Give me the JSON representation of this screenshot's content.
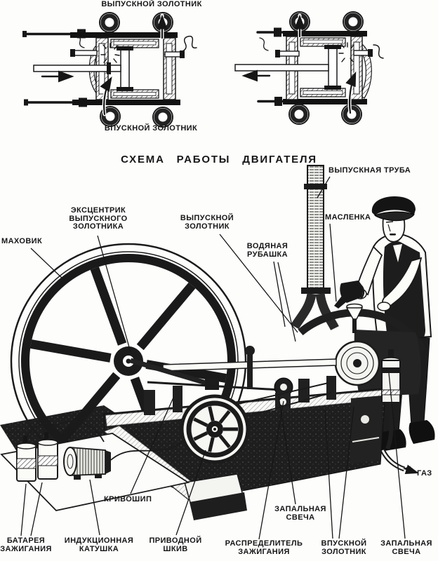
{
  "figure": {
    "title": "СХЕМА РАБОТЫ ДВИГАТЕЛЯ",
    "ink_color": "#1b1b1b",
    "paper_color": "#ffffff"
  },
  "valve_diagrams": {
    "top_label": "ВЫПУСКНОЙ ЗОЛОТНИК",
    "bottom_label": "ВПУСКНОЙ ЗОЛОТНИК"
  },
  "part_labels": {
    "exhaust_pipe": "ВЫПУСКНАЯ ТРУБА",
    "oiler": "МАСЛЕНКА",
    "flywheel": "МАХОВИК",
    "eccentric_line1": "ЭКСЦЕНТРИК",
    "eccentric_line2": "ВЫПУСКНОГО",
    "eccentric_line3": "ЗОЛОТНИКА",
    "exhaust_valve_line1": "ВЫПУСКНОЙ",
    "exhaust_valve_line2": "ЗОЛОТНИК",
    "water_jacket_line1": "ВОДЯНАЯ",
    "water_jacket_line2": "РУБАШКА",
    "crank": "КРИВОШИП",
    "gas": "ГАЗ",
    "spark_plug_upper_line1": "ЗАПАЛЬНАЯ",
    "spark_plug_upper_line2": "СВЕЧА",
    "battery_line1": "БАТАРЕЯ",
    "battery_line2": "ЗАЖИГАНИЯ",
    "induction_coil_line1": "ИНДУКЦИОННАЯ",
    "induction_coil_line2": "КАТУШКА",
    "drive_pulley_line1": "ПРИВОДНОЙ",
    "drive_pulley_line2": "ШКИВ",
    "distributor_line1": "РАСПРЕДЕЛИТЕЛЬ",
    "distributor_line2": "ЗАЖИГАНИЯ",
    "intake_valve_line1": "ВПУСКНОЙ",
    "intake_valve_line2": "ЗОЛОТНИК",
    "spark_plug_right_line1": "ЗАПАЛЬНАЯ",
    "spark_plug_right_line2": "СВЕЧА"
  }
}
